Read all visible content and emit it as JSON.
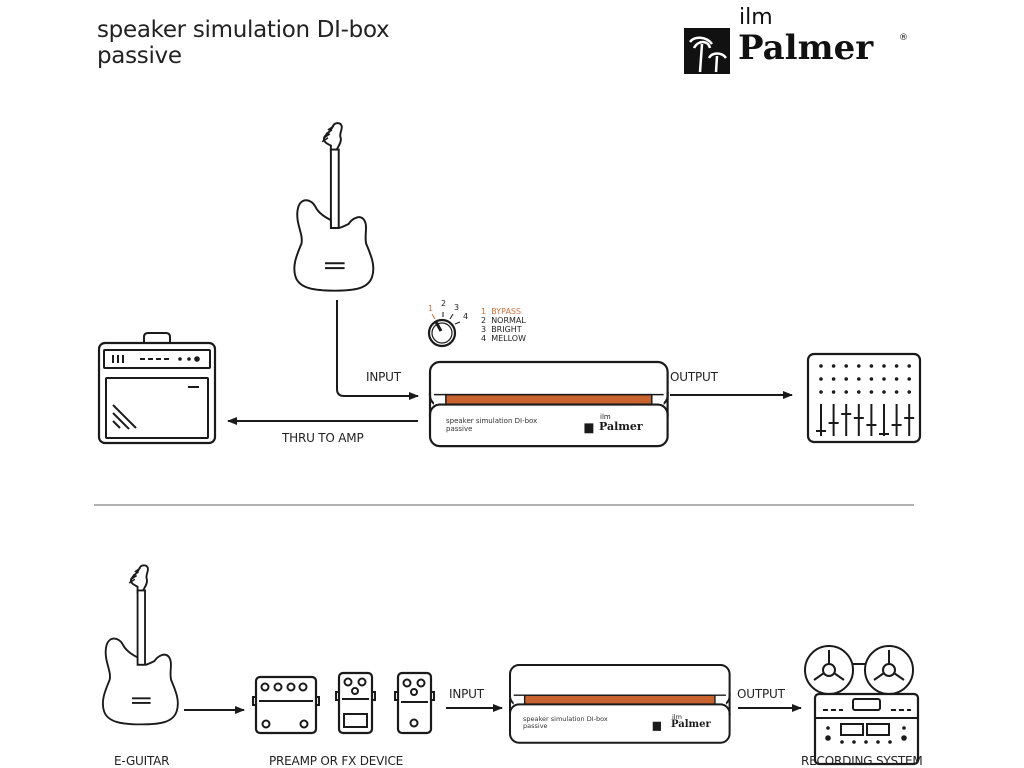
{
  "header": {
    "title_line1": "speaker simulation DI-box",
    "title_line2": "passive"
  },
  "brand": {
    "prefix": "ilm",
    "name": "Palmer",
    "registered": "®"
  },
  "colors": {
    "accent": "#c8622e",
    "stroke": "#1a1a1a",
    "divider": "#999999",
    "highlight_text": "#d0703a"
  },
  "top_diagram": {
    "input_label": "INPUT",
    "output_label": "OUTPUT",
    "thru_label": "THRU TO AMP",
    "knob": {
      "positions": [
        "1",
        "2",
        "3",
        "4"
      ],
      "selected": "1",
      "modes": [
        {
          "num": "1",
          "name": "BYPASS",
          "active": true
        },
        {
          "num": "2",
          "name": "NORMAL",
          "active": false
        },
        {
          "num": "3",
          "name": "BRIGHT",
          "active": false
        },
        {
          "num": "4",
          "name": "MELLOW",
          "active": false
        }
      ]
    },
    "device": {
      "line1": "speaker simulation DI-box",
      "line2": "passive",
      "brand_prefix": "ilm",
      "brand_name": "Palmer"
    },
    "icons": [
      "electric-guitar",
      "guitar-amp",
      "mixing-console"
    ]
  },
  "bottom_diagram": {
    "guitar_label": "E-GUITAR",
    "pedals_label": "PREAMP OR FX DEVICE",
    "input_label": "INPUT",
    "output_label": "OUTPUT",
    "recorder_label": "RECORDING SYSTEM",
    "device": {
      "line1": "speaker simulation DI-box",
      "line2": "passive",
      "brand_prefix": "ilm",
      "brand_name": "Palmer"
    },
    "icons": [
      "electric-guitar",
      "effect-pedals",
      "reel-to-reel-recorder"
    ]
  }
}
